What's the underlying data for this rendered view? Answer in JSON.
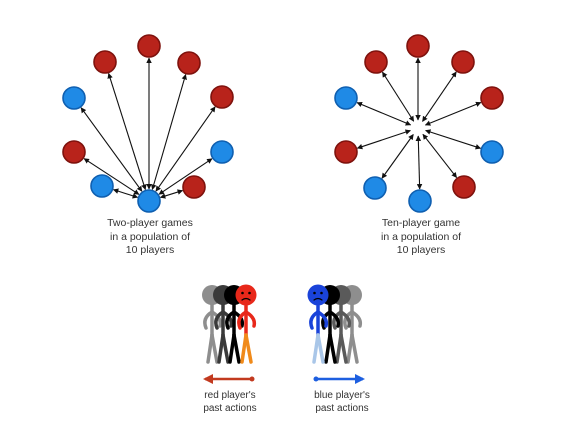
{
  "colors": {
    "red": "#b8231b",
    "blue": "#1f8ae6",
    "arrow": "#111111",
    "red_arrow": "#c23a1f",
    "blue_arrow": "#1d5fe0",
    "figure_red": "#e8281a",
    "figure_blue": "#1a43d9",
    "figure_orange": "#f08a1a",
    "figure_lightblue": "#a9c6e8",
    "figure_gray": "#8e8e8e",
    "figure_dark": "#3a3a3a",
    "figure_black": "#000000"
  },
  "left_diagram": {
    "nodes": [
      "red",
      "red",
      "red",
      "blue",
      "red",
      "red",
      "blue",
      "blue",
      "red",
      "blue"
    ],
    "focal_node": 9,
    "caption": [
      "Two-player games",
      "in a population of",
      "10 players"
    ]
  },
  "right_diagram": {
    "nodes": [
      "red",
      "red",
      "red",
      "blue",
      "red",
      "red",
      "blue",
      "blue",
      "red",
      "blue"
    ],
    "caption": [
      "Ten-player game",
      "in a population of",
      "10 players"
    ]
  },
  "red_group": {
    "caption": [
      "red player's",
      "past actions"
    ],
    "arrow_direction": "left"
  },
  "blue_group": {
    "caption": [
      "blue player's",
      "past actions"
    ],
    "arrow_direction": "right"
  }
}
